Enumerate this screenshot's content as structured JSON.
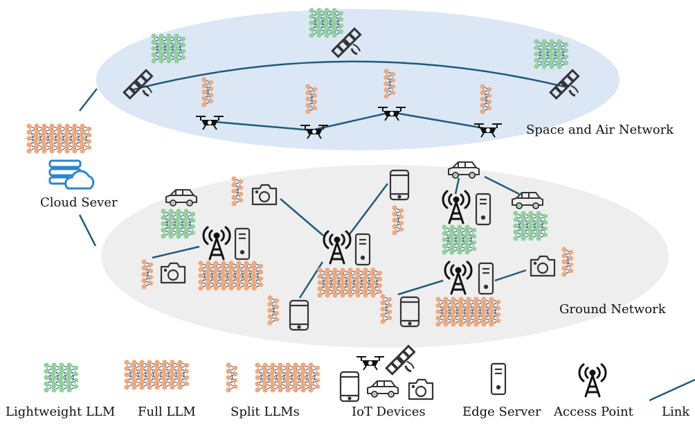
{
  "labels": {
    "space_air_network": "Space and Air Network",
    "ground_network": "Ground Network",
    "cloud_server": "Cloud Sever"
  },
  "legend": {
    "lightweight_llm": "Lightweight LLM",
    "full_llm": "Full LLM",
    "split_llms": "Split LLMs",
    "iot_devices": "IoT Devices",
    "edge_server": "Edge Server",
    "access_point": "Access Point",
    "link": "Link"
  },
  "colors": {
    "space_ellipse": "#dbe7f4",
    "ground_ellipse": "#eeeeee",
    "link": "#1f5a7a",
    "full_node": "#f2a878",
    "light_node": "#8fd39a",
    "net_line": "#2c4f77",
    "cloud": "#2a86cf",
    "icon": "#333333"
  }
}
